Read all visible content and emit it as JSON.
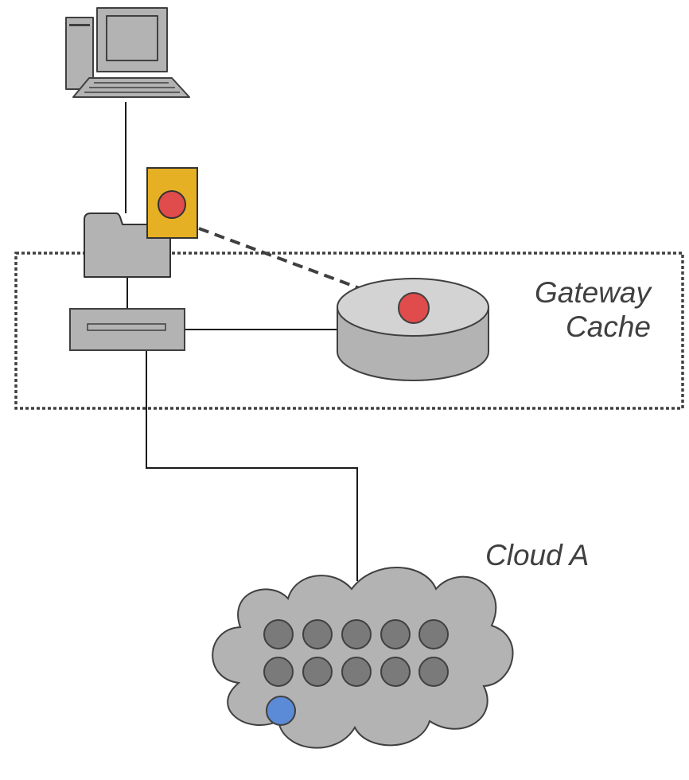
{
  "labels": {
    "gateway_line1": "Gateway",
    "gateway_line2": "Cache",
    "cloud": "Cloud A"
  },
  "colors": {
    "device_fill": "#b3b3b3",
    "device_stroke": "#404040",
    "cloud_fill": "#b3b3b3",
    "cloud_dot": "#7a7a7a",
    "accent_dot": "#e04b4b",
    "yellow_doc": "#e6b024",
    "blue_dot": "#5b8ad6",
    "line": "#1a1a1a",
    "dashed_boundary": "#404040"
  },
  "icons": [
    "desktop-computer-icon",
    "folder-icon",
    "document-icon",
    "gateway-appliance-icon",
    "cache-disk-icon",
    "cloud-icon"
  ]
}
